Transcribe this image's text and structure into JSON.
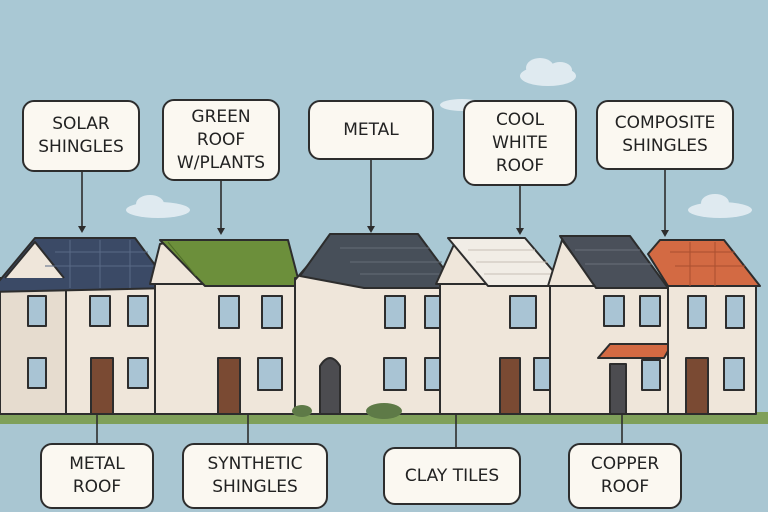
{
  "labels": {
    "top": [
      {
        "text": "SOLAR\nSHINGLES",
        "points_to": "house-1-roof"
      },
      {
        "text": "GREEN\nROOF\nW/PLANTS",
        "points_to": "house-2-roof"
      },
      {
        "text": "METAL",
        "points_to": "house-3-roof"
      },
      {
        "text": "COOL\nWHITE\nROOF",
        "points_to": "house-4-roof"
      },
      {
        "text": "COMPOSITE\nSHINGLES",
        "points_to": "house-6-roof"
      }
    ],
    "bottom": [
      {
        "text": "METAL\nROOF"
      },
      {
        "text": "SYNTHETIC\nSHINGLES"
      },
      {
        "text": "CLAY TILES"
      },
      {
        "text": "COPPER\nROOF"
      }
    ]
  },
  "colors": {
    "sky": "#a9c8d4",
    "ground": "#7fa05a",
    "wall": "#efe6da",
    "outline": "#2d2d2d",
    "solar_roof": "#3b4a66",
    "green_roof": "#6c8f3b",
    "metal_roof": "#474f59",
    "white_roof": "#f1ede6",
    "composite_roof": "#4a505a",
    "clay_roof": "#d36a43",
    "door_brown": "#7a4a33",
    "window": "#a9c4d4"
  }
}
